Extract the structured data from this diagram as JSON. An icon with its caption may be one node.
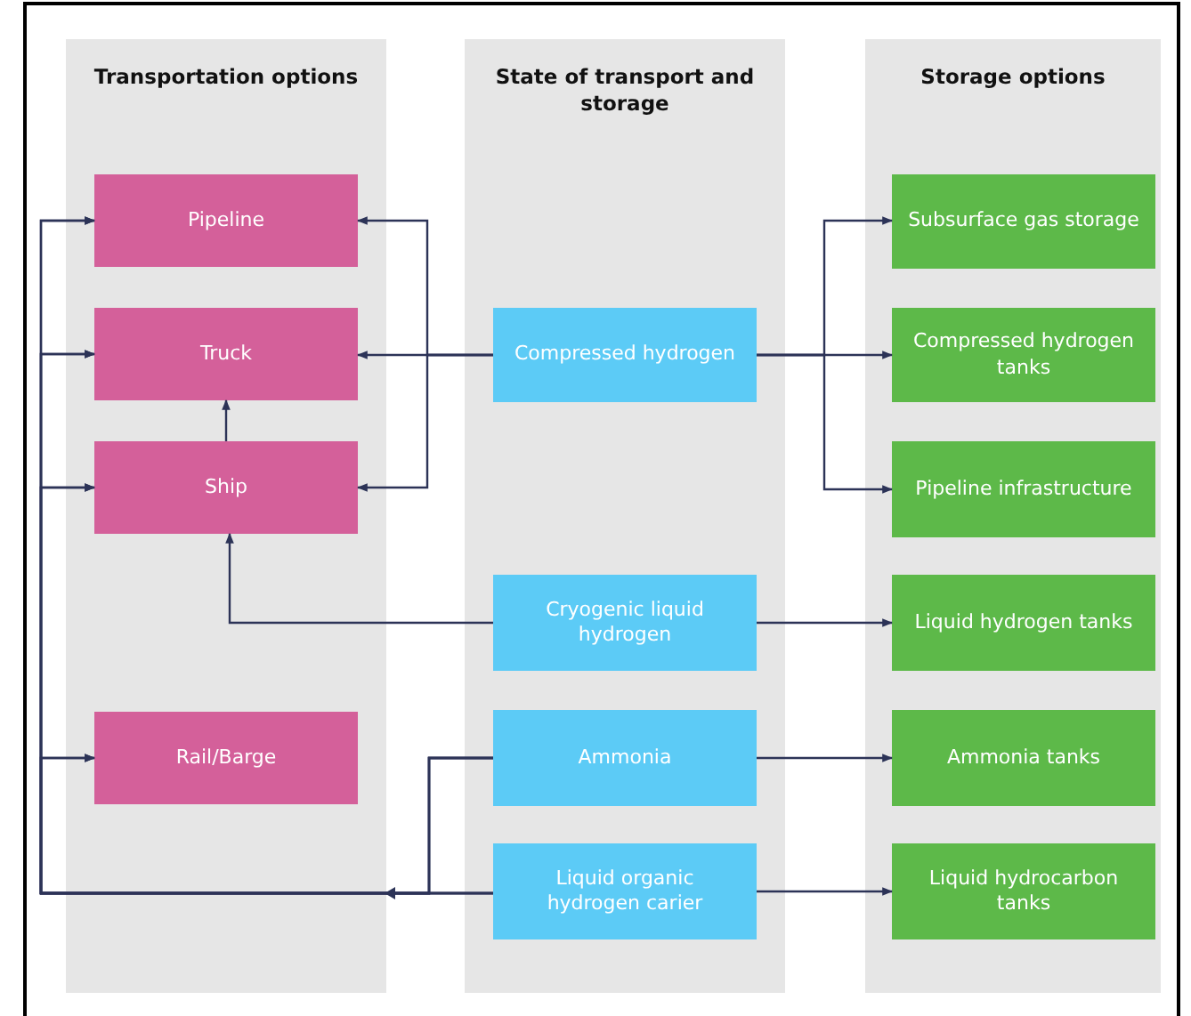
{
  "diagram": {
    "nodes": [
      {
        "text": [
          "Transportation options"
        ]
      },
      {
        "text": [
          "Pipeline"
        ],
        "in": 0
      },
      {
        "text": [
          "Truck"
        ],
        "in": 0
      },
      {
        "text": [
          "Ship"
        ],
        "in": 0
      },
      {
        "text": [
          "Rail/Barge"
        ],
        "in": 0
      },
      {
        "text": [
          "State of transport and storage"
        ]
      },
      {
        "text": [
          "Compressed hydrogen"
        ],
        "in": 5
      },
      {
        "text": [
          "Cryogenic liquid hydrogen"
        ],
        "in": 5
      },
      {
        "text": [
          "Ammonia"
        ],
        "in": 5
      },
      {
        "text": [
          "Liquid organic hydrogen carier"
        ],
        "in": 5
      },
      {
        "text": [
          "Storage options"
        ]
      },
      {
        "text": [
          "Subsurface gas storage"
        ],
        "in": 10
      },
      {
        "text": [
          "Compressed hydrogen tanks"
        ],
        "in": 10
      },
      {
        "text": [
          "Pipeline infrastructure"
        ],
        "in": 10
      },
      {
        "text": [
          "Liquid hydrogen tanks"
        ],
        "in": 10
      },
      {
        "text": [
          "Ammonia tanks"
        ],
        "in": 10
      },
      {
        "text": [
          "Liquid hydrocarbon tanks"
        ],
        "in": 10
      }
    ],
    "edges": [
      {
        "from": 6,
        "to": 2,
        "arrow": "to"
      },
      {
        "from": 6,
        "to": 1,
        "arrow": "to"
      },
      {
        "from": 6,
        "to": 3,
        "arrow": "to"
      },
      {
        "from": 3,
        "to": 2,
        "arrow": "to"
      },
      {
        "from": 6,
        "to": 11,
        "arrow": "to"
      },
      {
        "from": 6,
        "to": 12,
        "arrow": "to"
      },
      {
        "from": 6,
        "to": 13,
        "arrow": "to"
      },
      {
        "from": 7,
        "to": 3,
        "arrow": "to"
      },
      {
        "from": 7,
        "to": 14,
        "arrow": "to"
      },
      {
        "from": 8,
        "to": 15,
        "arrow": "to"
      },
      {
        "from": 9,
        "to": 16,
        "arrow": "to"
      },
      {
        "from": 8,
        "to": 1,
        "arrow": "to"
      },
      {
        "from": 8,
        "to": 2,
        "arrow": "to"
      },
      {
        "from": 8,
        "to": 3,
        "arrow": "to"
      },
      {
        "from": 8,
        "to": 4,
        "arrow": "to"
      },
      {
        "from": 9,
        "to": 1,
        "arrow": "to"
      },
      {
        "from": 9,
        "to": 2,
        "arrow": "to"
      },
      {
        "from": 9,
        "to": 3,
        "arrow": "to"
      },
      {
        "from": 9,
        "to": 4,
        "arrow": "to"
      }
    ]
  }
}
